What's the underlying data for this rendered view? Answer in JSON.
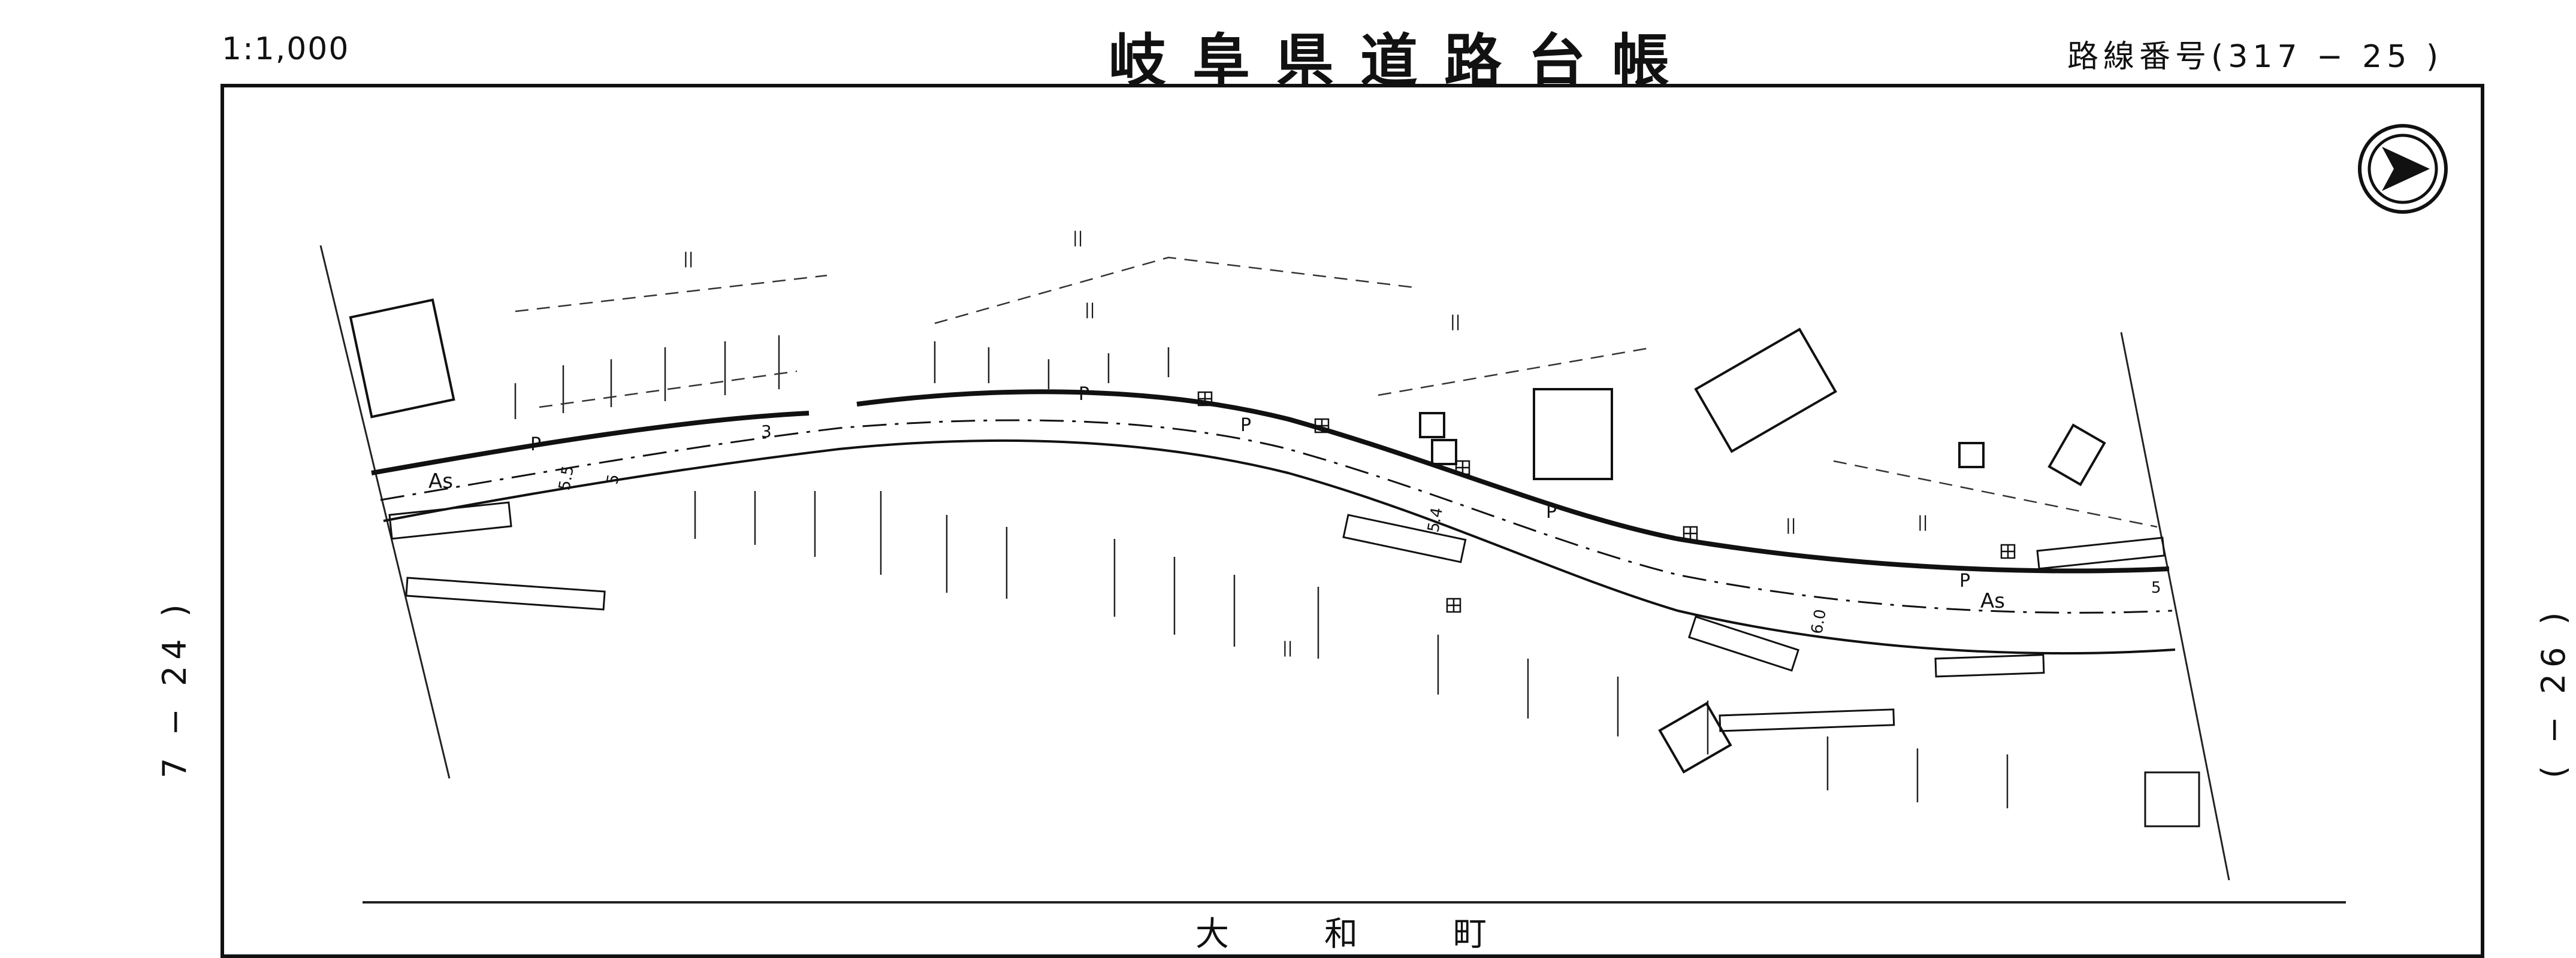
{
  "header": {
    "scale": "1:1,000",
    "title": "岐阜県道路台帳",
    "route_number": "路線番号(317 − 25 )"
  },
  "side": {
    "left_sheet": "7 − 24 )",
    "right_sheet": "( − 26 )"
  },
  "footer": {
    "town_chars": [
      "大",
      "和",
      "町"
    ]
  },
  "map": {
    "north_arrow": "north-arrow-icon",
    "labels": {
      "as_left": "As",
      "as_right": "As",
      "p1": "P",
      "p2": "P",
      "p3": "P",
      "p4": "P",
      "p5": "P",
      "width_3": "3",
      "width_5a": "5.5",
      "width_5b": "5",
      "width_54": "5.4",
      "width_60": "6.0",
      "width_5r": "5",
      "paddy_1": "||",
      "paddy_2": "||",
      "paddy_3": "||",
      "paddy_4": "||",
      "paddy_5": "||",
      "paddy_6": "||",
      "paddy_7": "||"
    }
  }
}
